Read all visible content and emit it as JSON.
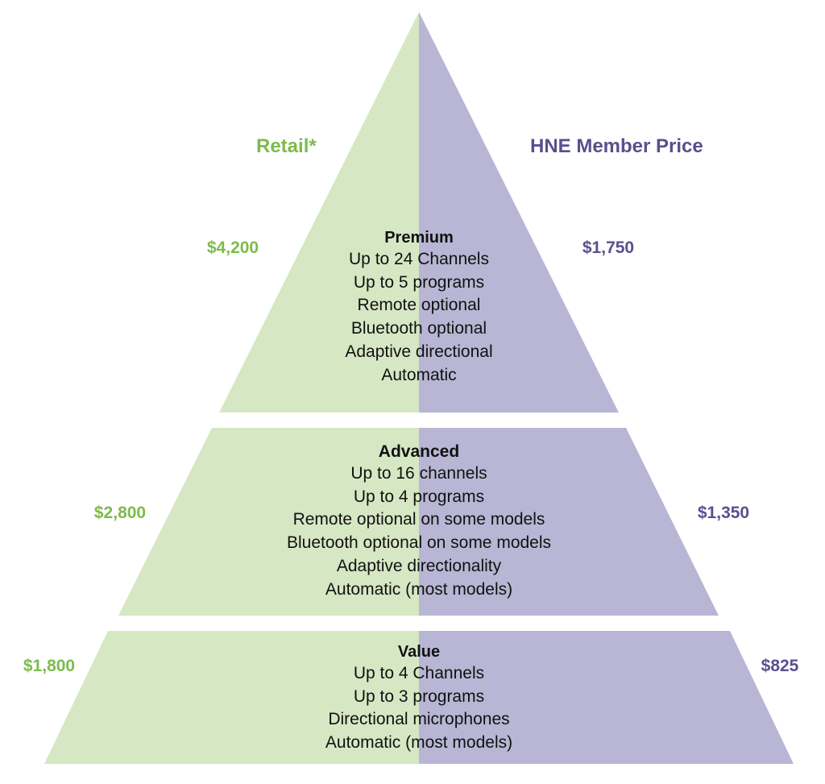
{
  "headers": {
    "retail": "Retail*",
    "member": "HNE Member Price"
  },
  "colors": {
    "retail_fill": "#d6e7c4",
    "member_fill": "#b8b6d4",
    "retail_text": "#7dbb4a",
    "member_text": "#5a4f8e"
  },
  "tiers": [
    {
      "name": "Premium",
      "retail_price": "$4,200",
      "member_price": "$1,750",
      "features": [
        "Up to 24 Channels",
        "Up to 5 programs",
        "Remote optional",
        "Bluetooth optional",
        "Adaptive directional",
        "Automatic"
      ]
    },
    {
      "name": "Advanced",
      "retail_price": "$2,800",
      "member_price": "$1,350",
      "features": [
        "Up to 16 channels",
        "Up to 4 programs",
        "Remote optional on some models",
        "Bluetooth optional on some models",
        "Adaptive directionality",
        "Automatic (most models)"
      ]
    },
    {
      "name": "Value",
      "retail_price": "$1,800",
      "member_price": "$825",
      "features": [
        "Up to 4 Channels",
        "Up to 3 programs",
        "Directional microphones",
        "Automatic (most models)"
      ]
    }
  ]
}
